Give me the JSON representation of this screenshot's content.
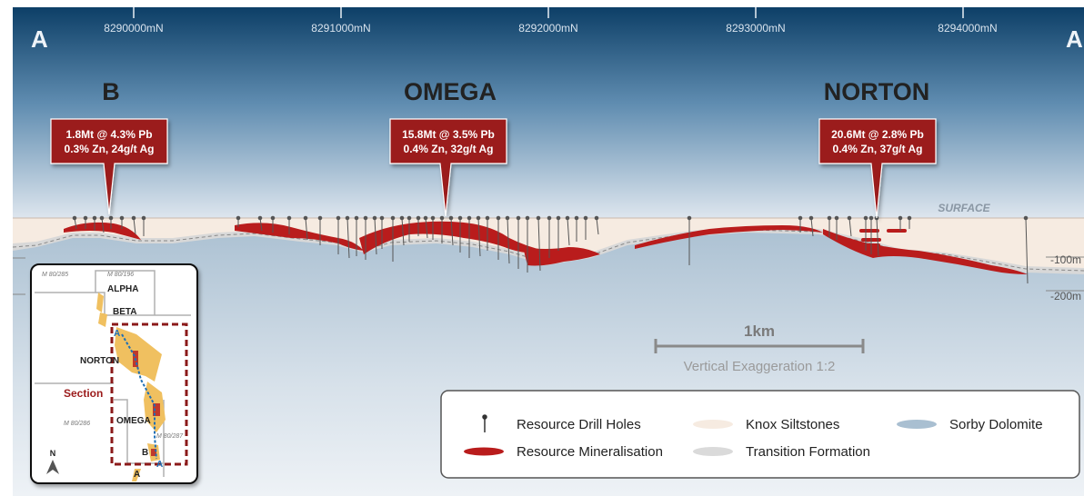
{
  "corners": {
    "left": "A",
    "right": "A"
  },
  "northings": [
    "8290000mN",
    "8291000mN",
    "8292000mN",
    "8293000mN",
    "8294000mN"
  ],
  "deposits": [
    {
      "name": "B",
      "line1": "1.8Mt @ 4.3% Pb",
      "line2": "0.3% Zn, 24g/t Ag"
    },
    {
      "name": "OMEGA",
      "line1": "15.8Mt @ 3.5% Pb",
      "line2": "0.4% Zn, 32g/t Ag"
    },
    {
      "name": "NORTON",
      "line1": "20.6Mt @ 2.8% Pb",
      "line2": "0.4% Zn, 37g/t Ag"
    }
  ],
  "surface_label": "SURFACE",
  "depths": [
    "-100m",
    "-200m"
  ],
  "scale": {
    "label": "1km",
    "exaggeration": "Vertical Exaggeration 1:2"
  },
  "legend": {
    "drill_holes": "Resource Drill Holes",
    "mineralisation": "Resource Mineralisation",
    "knox": "Knox Siltstones",
    "transition": "Transition Formation",
    "sorby": "Sorby Dolomite"
  },
  "inset": {
    "alpha": "ALPHA",
    "beta": "BETA",
    "norton": "NORTON",
    "section": "Section",
    "omega": "OMEGA",
    "b": "B",
    "a_top": "A",
    "a_bottom": "A",
    "a_b": "A",
    "north": "N",
    "tenements": [
      "M 80/285",
      "M 80/196",
      "M 80/286",
      "M 80/287"
    ]
  },
  "colors": {
    "sky_top": "#0d3f67",
    "sky_bottom": "#dfe7ef",
    "knox": "#f6ebe1",
    "transition": "#dadada",
    "sorby": "#a9bfd1",
    "mineralisation": "#b91c1c",
    "callout": "#9b1b1b"
  }
}
